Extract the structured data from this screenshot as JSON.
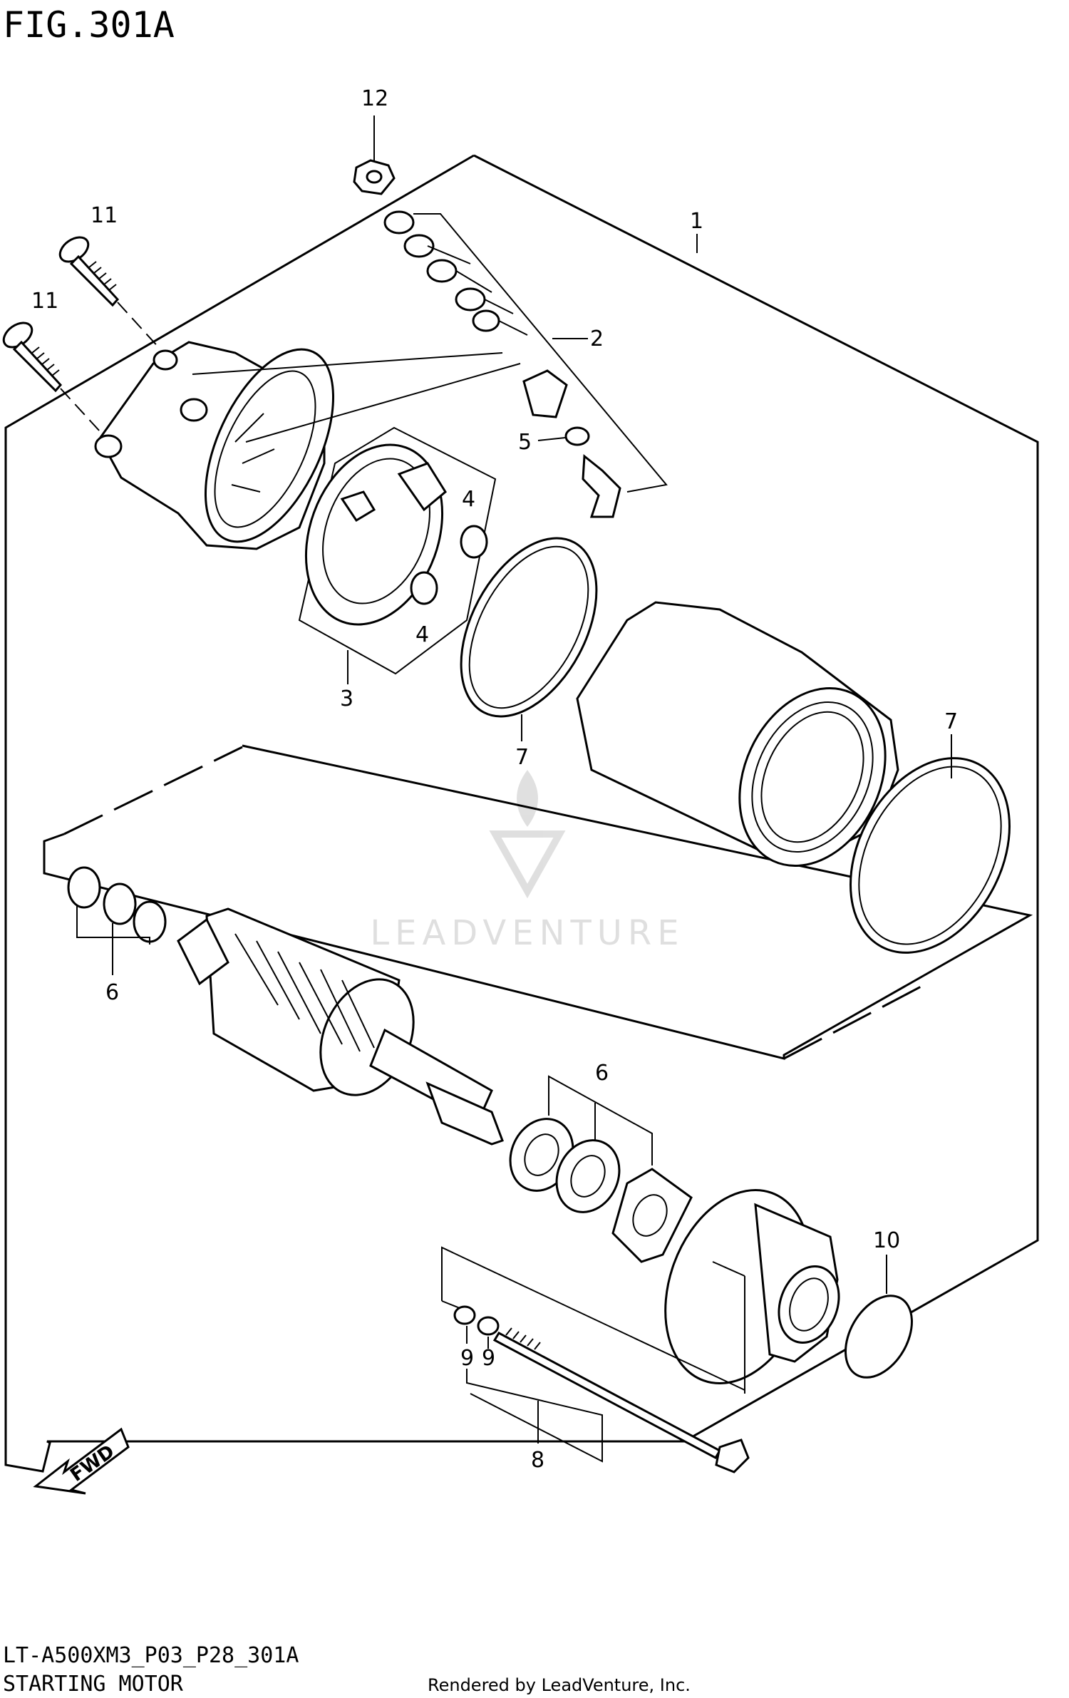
{
  "figure_title": "FIG.301A",
  "footer": {
    "model_code": "LT-A500XM3_P03_P28_301A",
    "section_name": "STARTING MOTOR",
    "credit": "Rendered by LeadVenture, Inc."
  },
  "watermark": "LEADVENTURE",
  "fwd_label": "FWD",
  "callouts": {
    "c1": "1",
    "c2": "2",
    "c3": "3",
    "c4a": "4",
    "c4b": "4",
    "c5": "5",
    "c6a": "6",
    "c6b": "6",
    "c7a": "7",
    "c7b": "7",
    "c8": "8",
    "c9a": "9",
    "c9b": "9",
    "c10": "10",
    "c11a": "11",
    "c11b": "11",
    "c12": "12"
  }
}
